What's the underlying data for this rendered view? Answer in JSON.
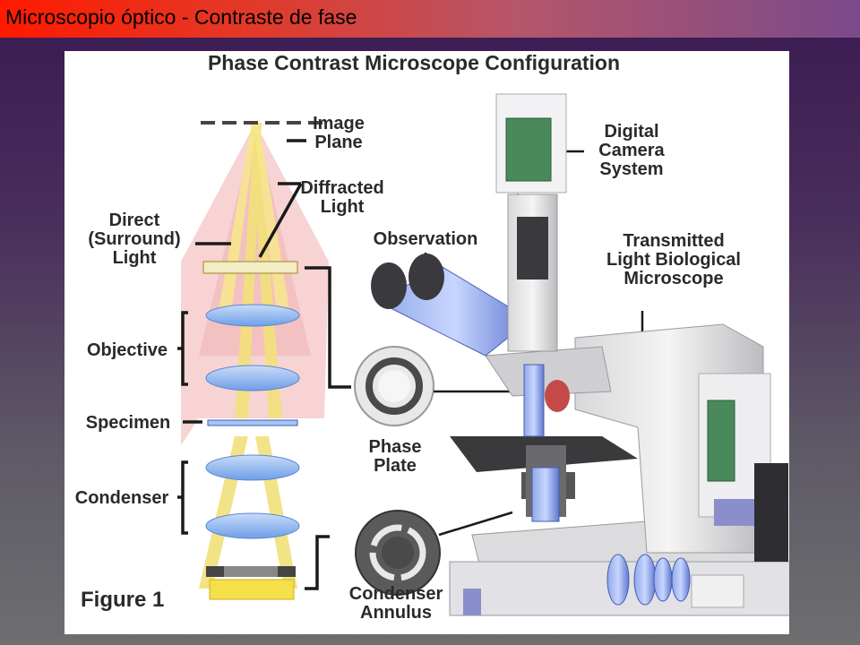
{
  "slide": {
    "title": "Microscopio óptico - Contraste de fase",
    "accent_colors": {
      "title_bar_left": "#ff1a00",
      "title_bar_right": "#7a4a8a"
    }
  },
  "figure": {
    "heading": "Phase Contrast Microscope Configuration",
    "figure_label": "Figure 1",
    "labels": {
      "image_plane": "Image Plane",
      "diffracted_light": "Diffracted Light",
      "direct_light": "Direct (Surround) Light",
      "objective": "Objective",
      "specimen": "Specimen",
      "condenser": "Condenser",
      "phase_plate": "Phase Plate",
      "condenser_annulus": "Condenser Annulus",
      "observation": "Observation",
      "digital_camera_system": "Digital Camera System",
      "transmitted_light_microscope": "Transmitted Light Biological Microscope"
    }
  }
}
